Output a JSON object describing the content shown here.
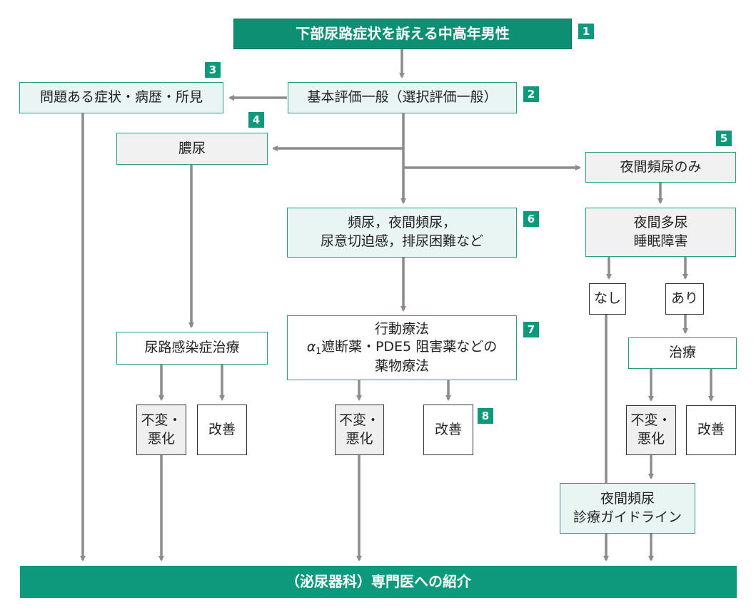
{
  "title": "下部尿路症状を訴える中高年男性",
  "nodes": {
    "basic_eval": "基本評価一般（選択評価一般）",
    "problem": "問題ある症状・病歴・所見",
    "pyuria": "膿尿",
    "nocturia_only": "夜間頻尿のみ",
    "frequency": "頻尿，夜間頻尿，\n尿意切迫感，排尿困難など",
    "polyuria": "夜間多尿\n睡眠障害",
    "no": "なし",
    "yes": "あり",
    "uti_treatment": "尿路感染症治療",
    "behavioral_line1": "行動療法",
    "behavioral_alpha": "α",
    "behavioral_sub": "1",
    "behavioral_line2_rest": "遮断薬・PDE5 阻害薬などの",
    "behavioral_line3": "薬物療法",
    "treatment": "治療",
    "unchanged": "不変・\n悪化",
    "improved": "改善",
    "guideline": "夜間頻尿\n診療ガイドライン",
    "referral": "（泌尿器科）専門医への紹介"
  },
  "numbers": [
    "1",
    "2",
    "3",
    "4",
    "5",
    "6",
    "7",
    "8"
  ],
  "colors": {
    "accent": "#0d9a7c",
    "arrow": "#8c8c8c",
    "box_fill": "#e9f5f2"
  }
}
